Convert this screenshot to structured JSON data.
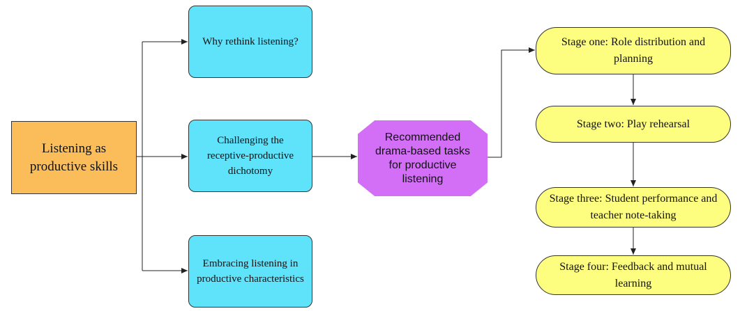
{
  "diagram": {
    "root": "Listening as productive skills",
    "themes": [
      "Why rethink listening?",
      "Challenging the receptive-productive dichotomy",
      "Embracing listening in productive characteristics"
    ],
    "hub": "Recommended drama-based tasks for productive listening",
    "stages": [
      "Stage one: Role distribution and planning",
      "Stage two: Play rehearsal",
      "Stage three: Student performance and teacher note-taking",
      "Stage four: Feedback and mutual learning"
    ]
  },
  "colors": {
    "root": "#fbbd5a",
    "theme": "#5fe3fb",
    "hub": "#d36ef6",
    "stage": "#fdfd80",
    "line": "#222222"
  }
}
